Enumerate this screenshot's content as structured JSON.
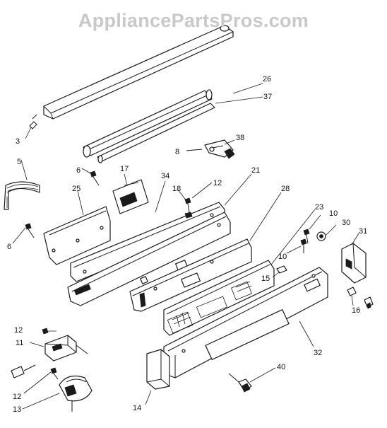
{
  "watermark": "AppliancePartsPros.com",
  "callouts": {
    "c3": "3",
    "c5": "5",
    "c6a": "6",
    "c6b": "6",
    "c8": "8",
    "c10a": "10",
    "c10b": "10",
    "c11": "11",
    "c12a": "12",
    "c12b": "12",
    "c12c": "12",
    "c13": "13",
    "c14": "14",
    "c15": "15",
    "c16": "16",
    "c17": "17",
    "c18": "18",
    "c21": "21",
    "c23": "23",
    "c25": "25",
    "c26": "26",
    "c28": "28",
    "c30": "30",
    "c31": "31",
    "c32": "32",
    "c34": "34",
    "c37": "37",
    "c38": "38",
    "c40": "40"
  }
}
